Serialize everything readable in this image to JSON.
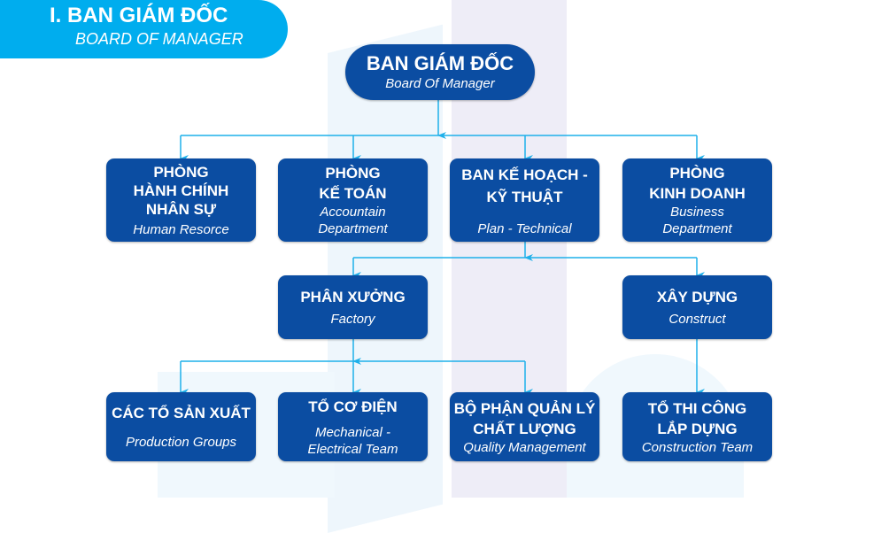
{
  "header": {
    "title": "I. BAN GIÁM ĐỐC",
    "subtitle": "BOARD OF MANAGER"
  },
  "colors": {
    "accent": "#00adee",
    "box": "#0b4da2",
    "connector": "#1fb0ea"
  },
  "root": {
    "vn": "BAN GIÁM ĐỐC",
    "en": "Board Of Manager"
  },
  "level1": [
    {
      "vn": "PHÒNG\nHÀNH CHÍNH\nNHÂN SỰ",
      "en": "Human Resorce"
    },
    {
      "vn": "PHÒNG\nKẾ TOÁN",
      "en": "Accountain\nDepartment"
    },
    {
      "vn": "BAN KẾ HOẠCH -\nKỸ THUẬT",
      "en": "Plan - Technical"
    },
    {
      "vn": "PHÒNG\nKINH DOANH",
      "en": "Business\nDepartment"
    }
  ],
  "level2": [
    {
      "vn": "PHÂN XƯỞNG",
      "en": "Factory"
    },
    {
      "vn": "XÂY DỰNG",
      "en": "Construct"
    }
  ],
  "level3": [
    {
      "vn": "CÁC TỔ SẢN XUẤT",
      "en": "Production Groups"
    },
    {
      "vn": "TỔ CƠ ĐIỆN",
      "en": "Mechanical -\nElectrical Team"
    },
    {
      "vn": "BỘ PHẬN QUẢN LÝ\nCHẤT LƯỢNG",
      "en": "Quality Management"
    },
    {
      "vn": "TỔ THI CÔNG\nLẮP DỰNG",
      "en": "Construction Team"
    }
  ]
}
